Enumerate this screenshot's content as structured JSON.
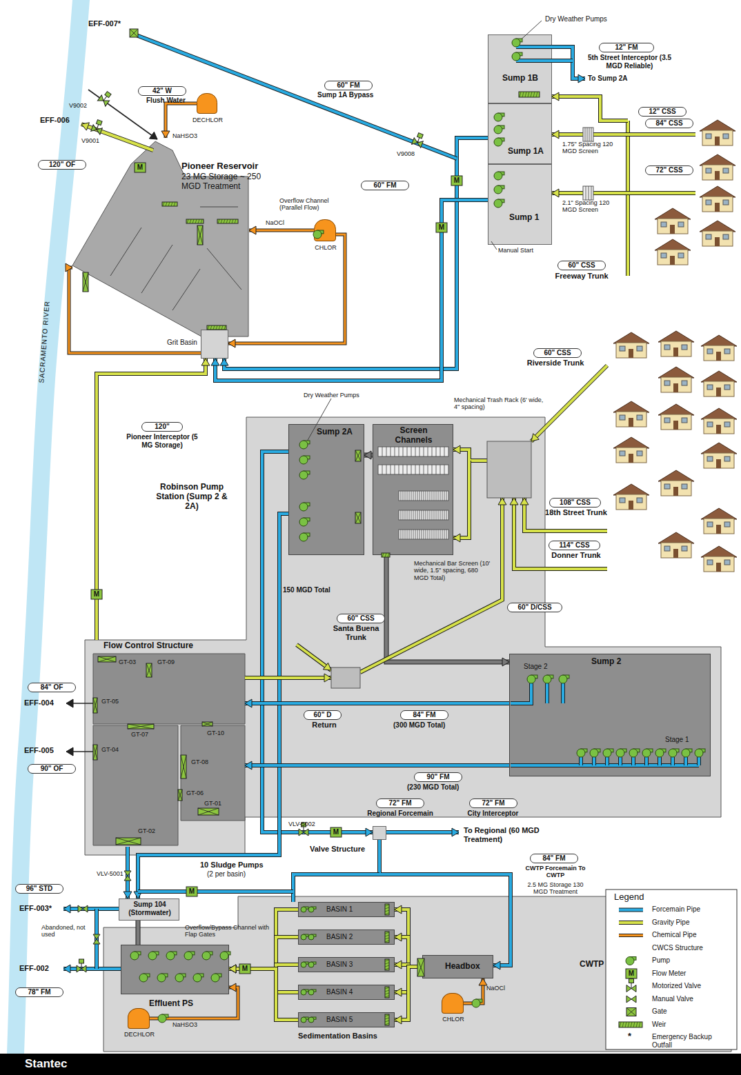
{
  "diagram": {
    "nodes": [
      {
        "text": [
          "Sump 1B"
        ]
      },
      {
        "text": [
          "Sump 1A"
        ]
      },
      {
        "text": [
          "Sump 1"
        ]
      },
      {
        "text": [
          "Pioneer Reservoir",
          "23 MG Storage ~ 250 MGD Treatment"
        ]
      },
      {
        "text": [
          "Grit Basin"
        ]
      },
      {
        "text": [
          "DECHLOR"
        ]
      },
      {
        "text": [
          "CHLOR"
        ]
      },
      {
        "text": [
          "Robinson Pump Station (Sump 2 & 2A)"
        ]
      },
      {
        "text": [
          "Sump 2A"
        ],
        "in": 7
      },
      {
        "text": [
          "Screen Channels"
        ],
        "in": 7
      },
      {
        "text": [
          "Sump 2",
          "Stage 2",
          "Stage 1"
        ],
        "in": 7
      },
      {
        "text": [
          "Flow Control Structure"
        ],
        "in": 7
      },
      {
        "text": [
          "Valve Structure"
        ]
      },
      {
        "text": [
          "CWTP"
        ]
      },
      {
        "text": [
          "Sump 104 (Stormwater)"
        ]
      },
      {
        "text": [
          "Effluent PS"
        ],
        "in": 13
      },
      {
        "text": [
          "BASIN 1"
        ],
        "in": 13
      },
      {
        "text": [
          "BASIN 2"
        ],
        "in": 13
      },
      {
        "text": [
          "BASIN 3"
        ],
        "in": 13
      },
      {
        "text": [
          "BASIN 4"
        ],
        "in": 13
      },
      {
        "text": [
          "BASIN 5"
        ],
        "in": 13
      },
      {
        "text": [
          "Headbox"
        ],
        "in": 13
      },
      {
        "text": [
          "CHLOR"
        ],
        "in": 13
      },
      {
        "text": [
          "DECHLOR"
        ],
        "in": 13
      }
    ],
    "edges": [
      {
        "from": 1,
        "to": 4,
        "arrow": "to"
      },
      {
        "from": 2,
        "to": 4,
        "arrow": "to"
      },
      {
        "from": 11,
        "to": 4,
        "arrow": "to"
      },
      {
        "from": 6,
        "to": 3,
        "arrow": "to"
      },
      {
        "from": 6,
        "to": 4,
        "arrow": "to"
      },
      {
        "from": 5,
        "to": 3,
        "arrow": "to"
      },
      {
        "from": 4,
        "to": 3,
        "arrow": "to"
      },
      {
        "from": 9,
        "to": 8,
        "arrow": "to"
      },
      {
        "from": 9,
        "to": 10,
        "arrow": "to"
      },
      {
        "from": 8,
        "to": 12,
        "arrow": "to"
      },
      {
        "from": 8,
        "to": 14,
        "arrow": "to"
      },
      {
        "from": 11,
        "to": 14,
        "arrow": "to"
      },
      {
        "from": 10,
        "to": 11,
        "arrow": "to"
      },
      {
        "from": 10,
        "to": 11,
        "arrow": "to"
      },
      {
        "from": 12,
        "to": 21,
        "arrow": "to"
      },
      {
        "from": 21,
        "to": 16,
        "arrow": "to"
      },
      {
        "from": 21,
        "to": 17,
        "arrow": "to"
      },
      {
        "from": 21,
        "to": 18,
        "arrow": "to"
      },
      {
        "from": 21,
        "to": 19,
        "arrow": "to"
      },
      {
        "from": 21,
        "to": 20,
        "arrow": "to"
      },
      {
        "from": 16,
        "to": 15,
        "arrow": "to"
      },
      {
        "from": 17,
        "to": 15,
        "arrow": "to"
      },
      {
        "from": 18,
        "to": 15,
        "arrow": "to"
      },
      {
        "from": 19,
        "to": 15,
        "arrow": "to"
      },
      {
        "from": 20,
        "to": 15,
        "arrow": "to"
      },
      {
        "from": 22,
        "to": 21,
        "arrow": "to"
      },
      {
        "from": 23,
        "to": 15,
        "arrow": "to"
      },
      {
        "from": 15,
        "to": 14,
        "arrow": "none"
      }
    ],
    "labels": [
      "Dry Weather Pumps",
      "12\" FM",
      "5th Street Interceptor (3.5 MGD Reliable)",
      "To Sump 2A",
      "12\" CSS",
      "84\" CSS",
      "1.75\" Spacing 120 MGD Screen",
      "72\" CSS",
      "2.1\" Spacing 120 MGD Screen",
      "Manual Start",
      "60\" CSS",
      "Freeway Trunk",
      "60\" FM",
      "Sump 1A Bypass",
      "V9008",
      "60\" FM",
      "EFF-007*",
      "42\" W",
      "Flush Water",
      "V9002",
      "EFF-006",
      "NaHSO3",
      "V9001",
      "120\" OF",
      "Overflow Channel (Parallel Flow)",
      "NaOCl",
      "SACRAMENTO RIVER",
      "120\"",
      "Pioneer Interceptor (5 MG Storage)",
      "Dry Weather Pumps",
      "Mechanical Trash Rack (6' wide, 4\" spacing)",
      "60\" CSS",
      "Riverside Trunk",
      "108\" CSS",
      "18th Street Trunk",
      "114\" CSS",
      "Donner Trunk",
      "Mechanical Bar Screen (10' wide, 1.5\" spacing, 680 MGD Total)",
      "150 MGD Total",
      "60\" D/CSS",
      "60\" CSS",
      "Santa Buena Trunk",
      "60\" D",
      "Return",
      "84\" OF",
      "EFF-004",
      "GT-03",
      "GT-09",
      "GT-05",
      "GT-07",
      "GT-10",
      "GT-04",
      "GT-08",
      "GT-06",
      "GT-01",
      "GT-02",
      "EFF-005",
      "90\" OF",
      "84\" FM",
      "(300 MGD Total)",
      "90\" FM",
      "(230 MGD Total)",
      "72\" FM",
      "Regional Forcemain",
      "72\" FM",
      "City Interceptor",
      "To Regional (60 MGD Treatment)",
      "VLV-5002",
      "VLV-5001",
      "10 Sludge Pumps",
      "(2 per basin)",
      "84\" FM",
      "CWTP Forcemain To CWTP",
      "2.5 MG Storage 130 MGD Treatment",
      "96\" STD",
      "EFF-003*",
      "Abandoned, not used",
      "EFF-002",
      "78\" FM",
      "Overflow/Bypass Channel with Flap Gates",
      "NaHSO3",
      "NaOCl",
      "Sedimentation Basins",
      "Legend",
      "*",
      "Stantec",
      "M",
      "M",
      "M",
      "M",
      "M",
      "M",
      "M",
      "M"
    ],
    "legend": [
      {
        "text": "Forcemain Pipe"
      },
      {
        "text": "Gravity Pipe"
      },
      {
        "text": "Chemical Pipe"
      },
      {
        "text": "CWCS Structure",
        "color": "#d6d6d6"
      },
      {
        "text": "Pump"
      },
      {
        "text": "Flow Meter"
      },
      {
        "text": "Motorized Valve"
      },
      {
        "text": "Manual Valve"
      },
      {
        "text": "Gate"
      },
      {
        "text": "Weir"
      },
      {
        "text": "Emergency Backup Outfall"
      }
    ]
  }
}
